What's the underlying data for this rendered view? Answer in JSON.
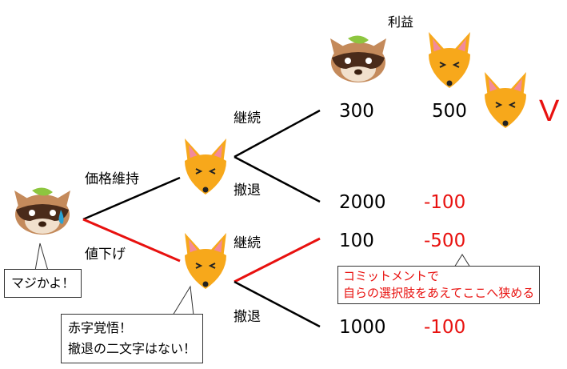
{
  "header": {
    "profit": "利益"
  },
  "branches": {
    "keep_price": "価格維持",
    "cut_price": "値下げ",
    "continue_upper": "継続",
    "withdraw_upper": "撤退",
    "continue_lower": "継続",
    "withdraw_lower": "撤退"
  },
  "payoffs": [
    {
      "raccoon": "300",
      "fox": "500"
    },
    {
      "raccoon": "2000",
      "fox": "-100"
    },
    {
      "raccoon": "100",
      "fox": "-500"
    },
    {
      "raccoon": "1000",
      "fox": "-100"
    }
  ],
  "marks": {
    "victory": "V"
  },
  "bubbles": {
    "raccoon_line1": "マジかよ！",
    "fox_line1": "赤字覚悟！",
    "fox_line2": "撤退の二文字はない！"
  },
  "callout": {
    "line1": "コミットメントで",
    "line2": "自らの選択肢をあえてここへ狭める"
  },
  "colors": {
    "red": "#e8110f",
    "fox_fur": "#f7a81b",
    "fox_ear": "#f28a9b",
    "raccoon_fur": "#c48a5b",
    "raccoon_mask": "#4a2b1a",
    "leaf": "#8dc63f",
    "sweat": "#29a3d6"
  },
  "icons": [
    "raccoon-icon",
    "fox-icon",
    "leaf-icon",
    "sweat-drop-icon"
  ]
}
